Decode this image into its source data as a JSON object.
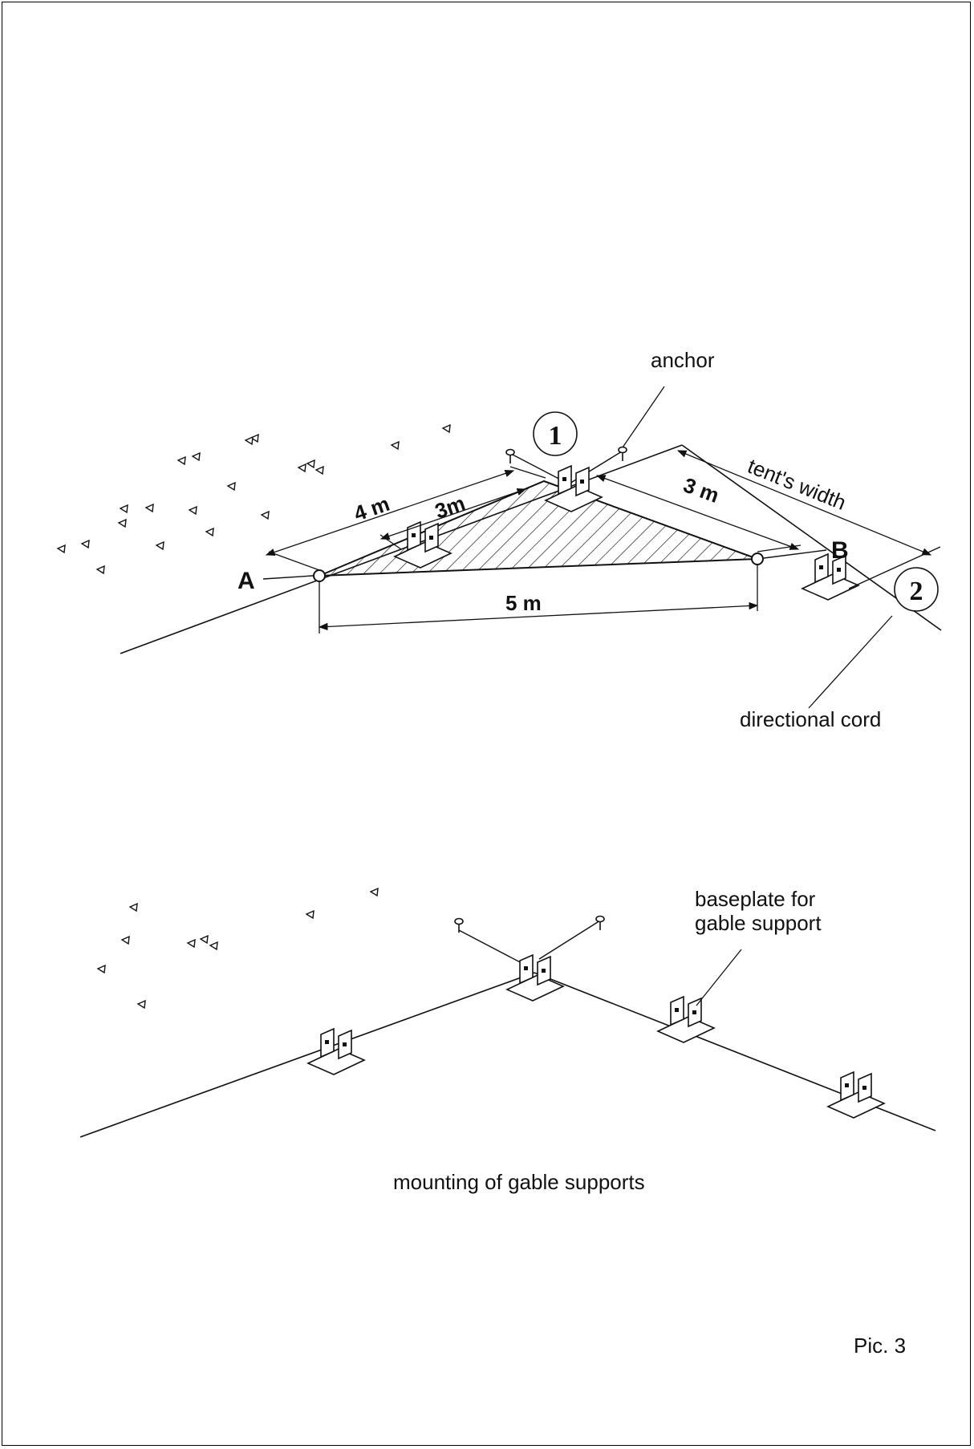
{
  "top_diagram": {
    "anchor_label": "anchor",
    "tents_width_label": "tent's width",
    "dim_4m": "4 m",
    "dim_3m_inner": "3m",
    "dim_3m_right": "3 m",
    "dim_5m": "5 m",
    "point_a": "A",
    "point_b": "B",
    "circle_1": "1",
    "circle_2": "2",
    "directional_cord_label": "directional cord"
  },
  "bottom_diagram": {
    "baseplate_label_line1": "baseplate for",
    "baseplate_label_line2": "gable support",
    "caption": "mounting of gable supports"
  },
  "pic_label": "Pic. 3"
}
